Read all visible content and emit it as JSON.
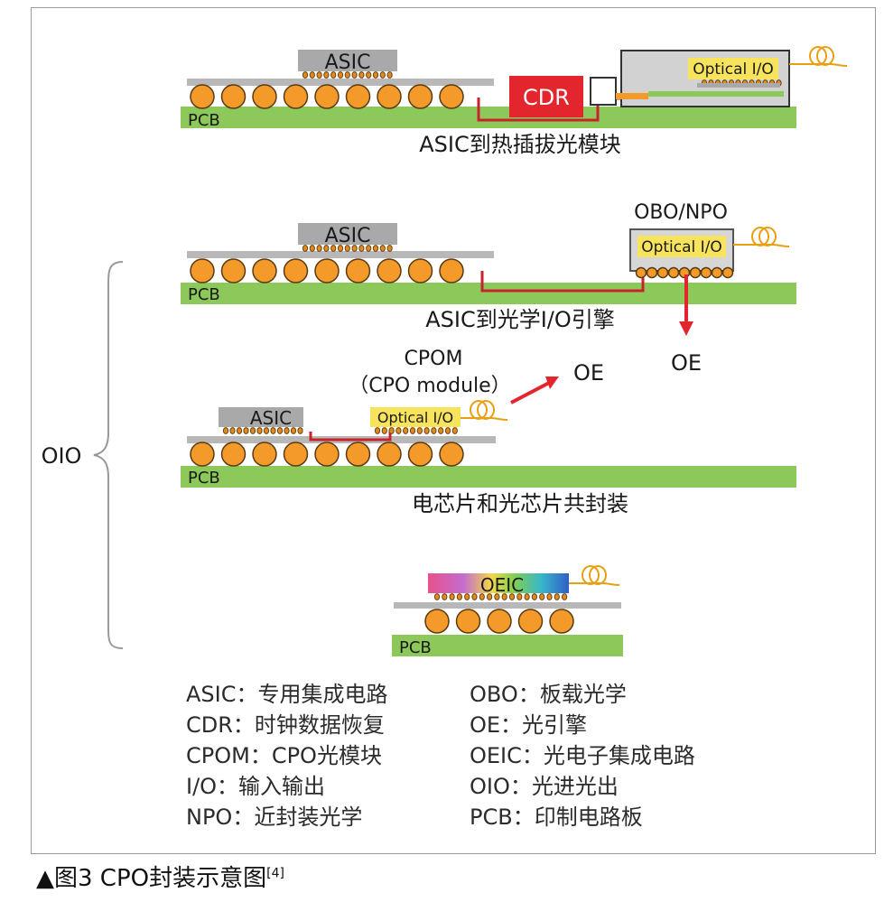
{
  "labels": {
    "asic": "ASIC",
    "pcb": "PCB",
    "cdr": "CDR",
    "optical_io": "Optical I/O",
    "oeic": "OEIC",
    "obo_npo": "OBO/NPO",
    "oe": "OE",
    "cpom": "CPOM",
    "cpo_module": "（CPO module）",
    "oio": "OIO"
  },
  "panels": {
    "p1_caption": "ASIC到热插拔光模块",
    "p2_caption": "ASIC到光学I/O引擎",
    "p3_caption": "电芯片和光芯片共封装"
  },
  "legend": {
    "left": [
      "ASIC：专用集成电路",
      "CDR：时钟数据恢复",
      "CPOM：CPO光模块",
      "I/O：输入输出",
      "NPO：近封装光学"
    ],
    "right": [
      "OBO：板载光学",
      "OE：光引擎",
      "OEIC：光电子集成电路",
      "OIO：光进光出",
      "PCB：印制电路板"
    ]
  },
  "figure": {
    "caption": "▲图3  CPO封装示意图",
    "ref": "[4]"
  },
  "colors": {
    "pcb": "#8cc85a",
    "substrate": "#b8b8b8",
    "ball": "#f39a2a",
    "trace": "#c8232c",
    "cdr": "#e3262e",
    "optical": "#f7e35c",
    "module": "#d0d0d0"
  }
}
